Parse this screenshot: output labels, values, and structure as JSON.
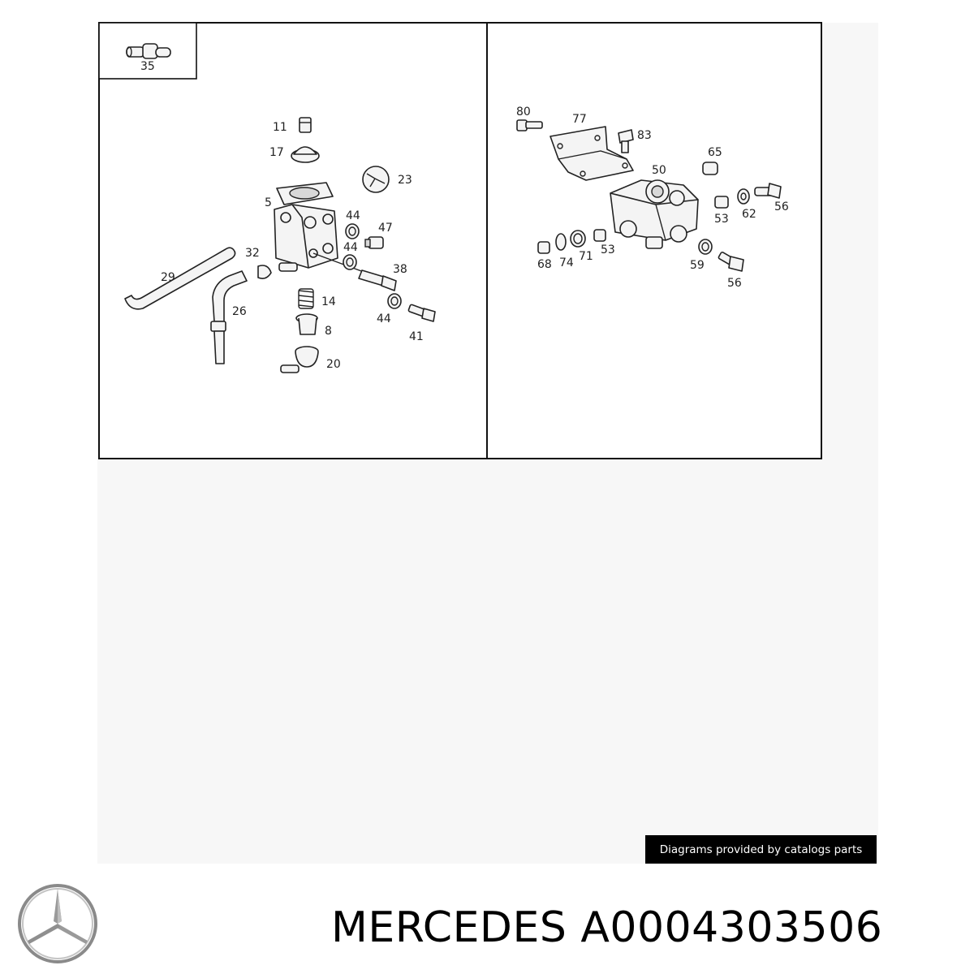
{
  "diagram": {
    "inset_callout": "35",
    "left_callouts": [
      "11",
      "17",
      "23",
      "5",
      "44",
      "47",
      "44",
      "32",
      "38",
      "29",
      "26",
      "14",
      "44",
      "8",
      "41",
      "20"
    ],
    "right_callouts": [
      "80",
      "77",
      "83",
      "65",
      "50",
      "56",
      "53",
      "62",
      "68",
      "74",
      "71",
      "53",
      "59",
      "56"
    ]
  },
  "footer": {
    "credit": "Diagrams provided by catalogs parts",
    "part_number": "MERCEDES A0004303506",
    "logo_icon": "mercedes-star-icon"
  }
}
